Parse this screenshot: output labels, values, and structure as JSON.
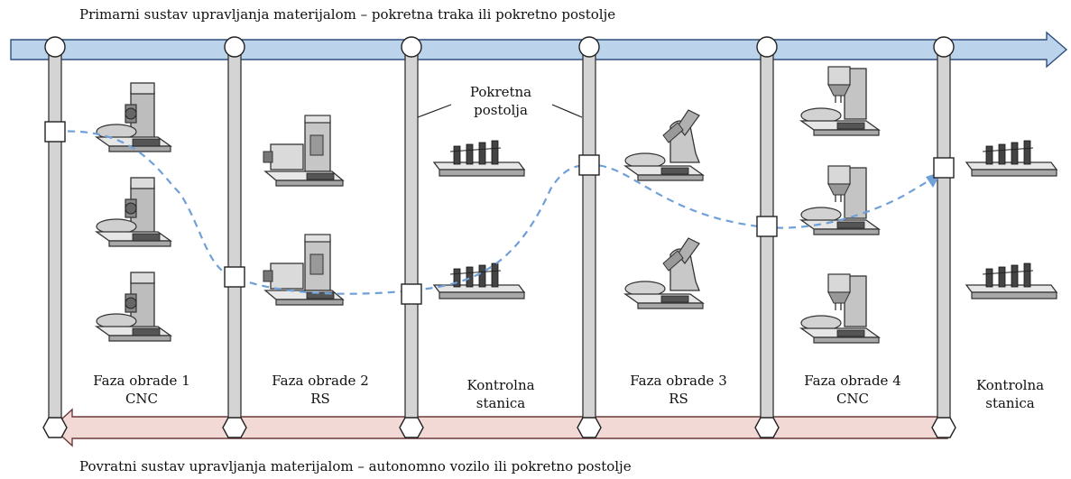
{
  "top_title": "Primarni sustav upravljanja materijalom – pokretna traka ili pokretno postolje",
  "bottom_title": "Povratni sustav upravljanja materijalom – autonomno vozilo ili pokretno postolje",
  "callout": {
    "line1": "Pokretna",
    "line2": "postolja"
  },
  "stations": [
    {
      "line1": "Faza obrade 1",
      "line2": "CNC"
    },
    {
      "line1": "Faza obrade 2",
      "line2": "RS"
    },
    {
      "line1": "Kontrolna",
      "line2": "stanica"
    },
    {
      "line1": "Faza obrade 3",
      "line2": "RS"
    },
    {
      "line1": "Faza obrade  4",
      "line2": "CNC"
    },
    {
      "line1": "Kontrolna",
      "line2": "stanica"
    }
  ],
  "colors": {
    "top_arrow": "#bcd3ec",
    "bottom_arrow": "#f3d9d6",
    "pillar": "#d4d4d4",
    "flow": "#6fa0d8"
  }
}
